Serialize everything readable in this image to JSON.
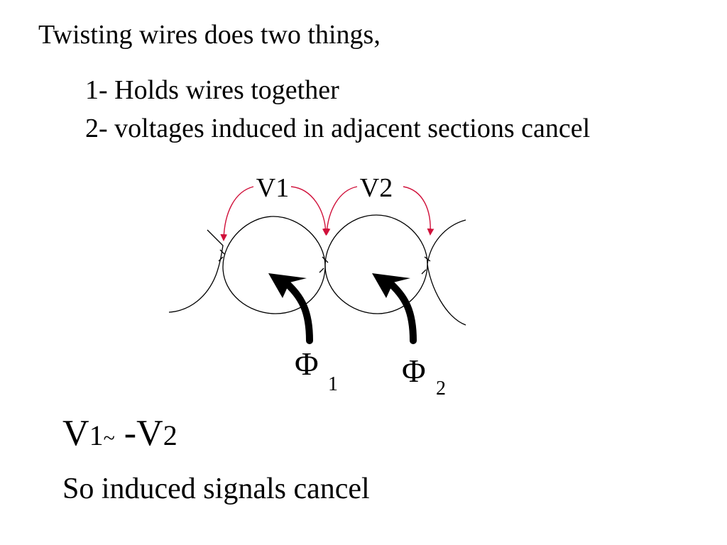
{
  "slide": {
    "title": "Twisting wires does two things,",
    "points": [
      "1- Holds wires together",
      "2- voltages induced in adjacent sections cancel"
    ]
  },
  "diagram": {
    "voltage_labels": [
      "V1",
      "V2"
    ],
    "flux_labels": [
      {
        "symbol": "Φ",
        "subscript": "1"
      },
      {
        "symbol": "Φ",
        "subscript": "2"
      }
    ],
    "arrow_color": "#d0103a",
    "line_color": "#000000"
  },
  "equation": {
    "v1": "V",
    "v1_sub": "1",
    "approx": "~",
    "minus": "-",
    "v2": "V",
    "v2_sub": "2"
  },
  "conclusion": "So induced signals cancel"
}
